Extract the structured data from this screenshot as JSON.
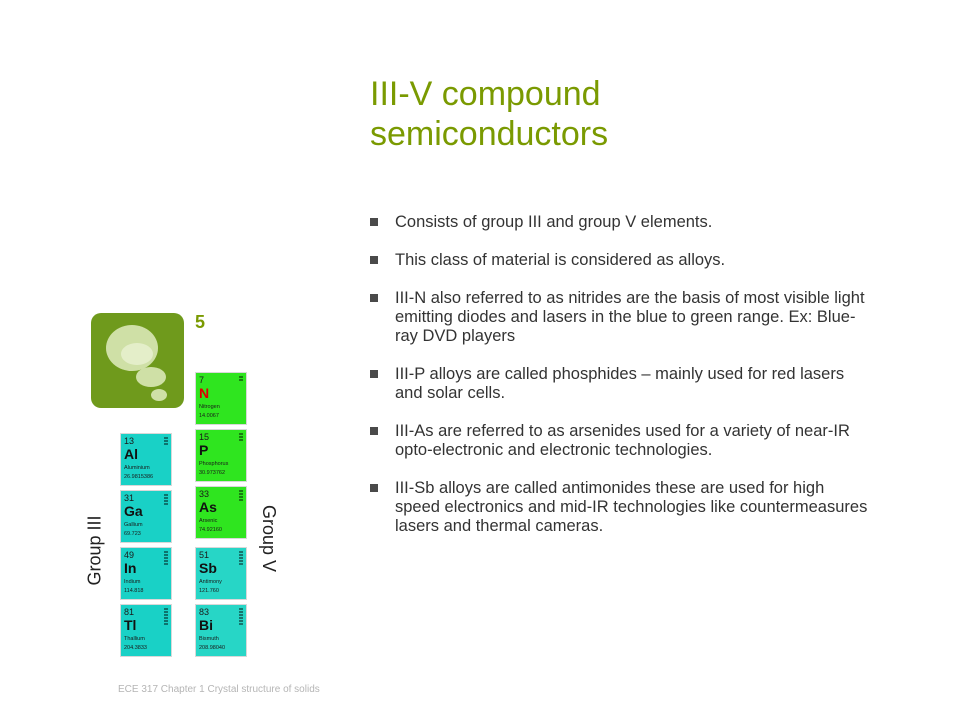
{
  "slide": {
    "title_line1": "III-V  compound",
    "title_line2": "semiconductors",
    "bullets": [
      "Consists of group III and group V elements.",
      "This class of material is considered as alloys.",
      "III-N also referred to as nitrides are the basis of most visible light emitting diodes and lasers in the blue to green range. Ex: Blue-ray DVD players",
      "III-P alloys are called phosphides – mainly used for red lasers and solar cells.",
      "III-As are referred to as arsenides used for a variety of near-IR opto-electronic and electronic technologies.",
      "III-Sb alloys are called antimonides these are used for high speed electronics and mid-IR technologies like countermeasures lasers and thermal cameras."
    ],
    "footer": "ECE 317 Chapter 1 Crystal structure of solids"
  },
  "periodic": {
    "group_number": "5",
    "group3_label": "Group III",
    "group5_label": "Group V",
    "group3": [
      {
        "number": "13",
        "symbol": "Al",
        "name": "Aluminium",
        "weight": "26.9815386"
      },
      {
        "number": "31",
        "symbol": "Ga",
        "name": "Gallium",
        "weight": "69.723"
      },
      {
        "number": "49",
        "symbol": "In",
        "name": "Indium",
        "weight": "114.818"
      },
      {
        "number": "81",
        "symbol": "Tl",
        "name": "Thallium",
        "weight": "204.3833"
      }
    ],
    "group5": [
      {
        "number": "7",
        "symbol": "N",
        "name": "Nitrogen",
        "weight": "14.0067"
      },
      {
        "number": "15",
        "symbol": "P",
        "name": "Phosphorus",
        "weight": "30.973762"
      },
      {
        "number": "33",
        "symbol": "As",
        "name": "Arsenic",
        "weight": "74.92160"
      },
      {
        "number": "51",
        "symbol": "Sb",
        "name": "Antimony",
        "weight": "121.760"
      },
      {
        "number": "83",
        "symbol": "Bi",
        "name": "Bismuth",
        "weight": "208.98040"
      }
    ]
  },
  "colors": {
    "accent_green": "#7a9a01",
    "think_bg": "#6f9a1c",
    "group3_tile": "#19d1c6",
    "group5_tile_green": "#2fe51f",
    "group5_tile_teal": "#27d6c6"
  },
  "icons": {
    "think": "thought-bubble-icon"
  }
}
